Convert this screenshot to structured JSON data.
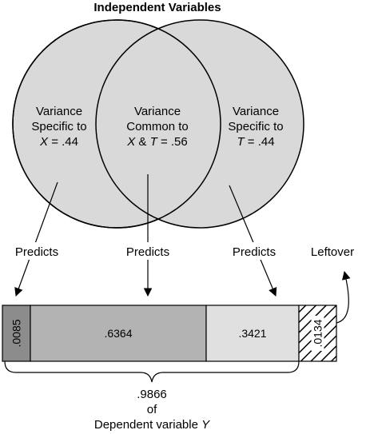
{
  "title": "Independent Variables",
  "venn": {
    "left": {
      "line1": "Variance",
      "line2": "Specific to",
      "var": "X",
      "rest": " = .44"
    },
    "center": {
      "line1": "Variance",
      "line2": "Common to",
      "var1": "X",
      "amp": " & ",
      "var2": "T",
      "rest": " = .56"
    },
    "right": {
      "line1": "Variance",
      "line2": "Specific to",
      "var": "T",
      "rest": " = .44"
    },
    "fill_color": "#d9d9d9"
  },
  "predicts": [
    "Predicts",
    "Predicts",
    "Predicts"
  ],
  "leftover_label": "Leftover",
  "bar": {
    "segments": [
      {
        "label": ".0085",
        "value": 0.0085,
        "color": "#8c8c8c"
      },
      {
        "label": ".6364",
        "value": 0.6364,
        "color": "#b3b3b3"
      },
      {
        "label": ".3421",
        "value": 0.3421,
        "color": "#e0e0e0"
      },
      {
        "label": ".0134",
        "value": 0.0134,
        "pattern": "hatched"
      }
    ]
  },
  "brace_label": {
    "line1": ".9866",
    "line2": "of",
    "line3": "Dependent variable",
    "var": "Y"
  }
}
